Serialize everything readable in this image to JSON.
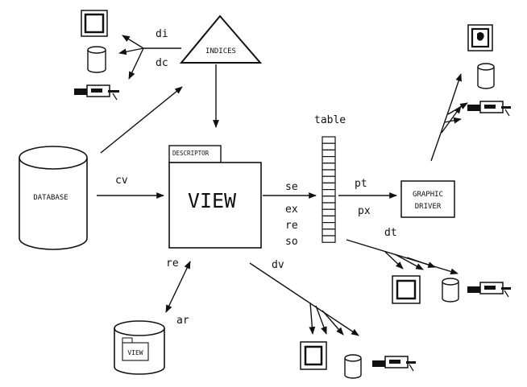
{
  "nodes": {
    "indices": "INDICES",
    "database": "DATABASE",
    "descriptor": "DESCRIPTOR",
    "view": "VIEW",
    "table": "table",
    "graphic_driver": [
      "GRAPHIC",
      "DRIVER"
    ],
    "stored_view": "VIEW"
  },
  "edges": {
    "di": "di",
    "dc": "dc",
    "cv": "cv",
    "se": "se",
    "ex": "ex",
    "re_out": "re",
    "so": "so",
    "pt": "pt",
    "px": "px",
    "dt": "dt",
    "dv": "dv",
    "re_in": "re",
    "ar": "ar"
  },
  "icon_groups": [
    {
      "id": "indices-outputs",
      "icons": [
        "display-icon",
        "disk-icon",
        "printer-icon"
      ]
    },
    {
      "id": "graphic-driver-outputs",
      "icons": [
        "display-icon",
        "disk-icon",
        "printer-icon"
      ]
    },
    {
      "id": "table-outputs",
      "icons": [
        "display-icon",
        "disk-icon",
        "printer-icon"
      ]
    },
    {
      "id": "view-outputs",
      "icons": [
        "display-icon",
        "disk-icon",
        "printer-icon"
      ]
    }
  ]
}
